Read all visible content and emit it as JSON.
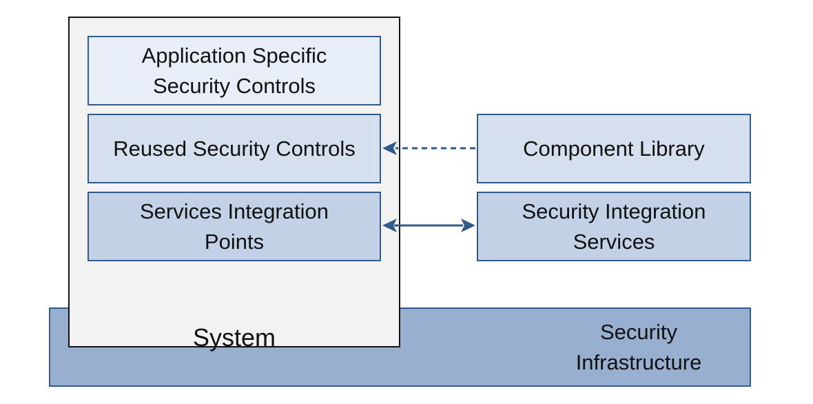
{
  "colors": {
    "infrastructure_fill": "#98afcf",
    "box_border": "#2f5a8a",
    "system_fill": "#f2f2f2",
    "arrow": "#2f5a8a"
  },
  "diagram": {
    "system_label": "System",
    "infrastructure_label": "Security\nInfrastructure",
    "system_boxes": {
      "app_specific": "Application Specific\nSecurity Controls",
      "reused": "Reused Security Controls",
      "services_points": "Services Integration\nPoints"
    },
    "external_boxes": {
      "component_library": "Component Library",
      "security_integration_services": "Security Integration\nServices"
    }
  }
}
